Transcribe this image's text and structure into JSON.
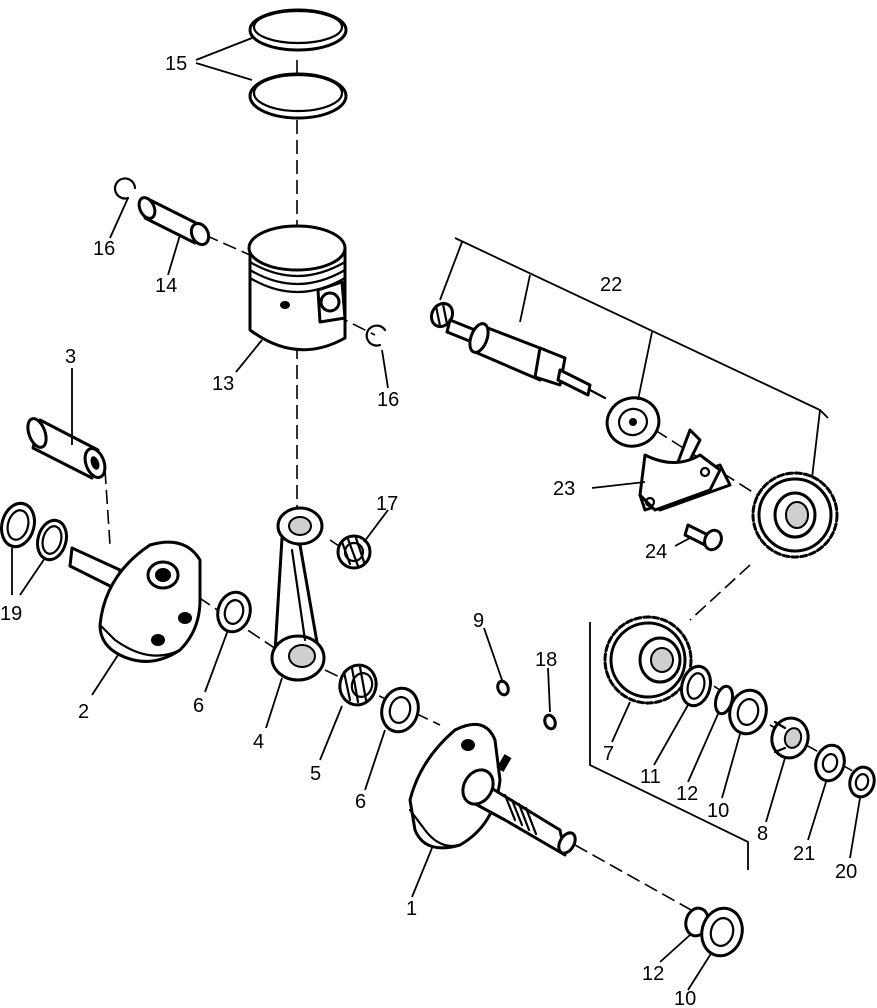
{
  "diagram": {
    "callouts": [
      {
        "id": "c15",
        "label": "15"
      },
      {
        "id": "c16a",
        "label": "16"
      },
      {
        "id": "c14",
        "label": "14"
      },
      {
        "id": "c13",
        "label": "13"
      },
      {
        "id": "c16b",
        "label": "16"
      },
      {
        "id": "c3",
        "label": "3"
      },
      {
        "id": "c19",
        "label": "19"
      },
      {
        "id": "c2",
        "label": "2"
      },
      {
        "id": "c6a",
        "label": "6"
      },
      {
        "id": "c4",
        "label": "4"
      },
      {
        "id": "c5",
        "label": "5"
      },
      {
        "id": "c6b",
        "label": "6"
      },
      {
        "id": "c17",
        "label": "17"
      },
      {
        "id": "c9",
        "label": "9"
      },
      {
        "id": "c18",
        "label": "18"
      },
      {
        "id": "c1",
        "label": "1"
      },
      {
        "id": "c22",
        "label": "22"
      },
      {
        "id": "c23",
        "label": "23"
      },
      {
        "id": "c24",
        "label": "24"
      },
      {
        "id": "c7",
        "label": "7"
      },
      {
        "id": "c11",
        "label": "11"
      },
      {
        "id": "c12a",
        "label": "12"
      },
      {
        "id": "c10a",
        "label": "10"
      },
      {
        "id": "c8",
        "label": "8"
      },
      {
        "id": "c21",
        "label": "21"
      },
      {
        "id": "c20",
        "label": "20"
      },
      {
        "id": "c12b",
        "label": "12"
      },
      {
        "id": "c10b",
        "label": "10"
      }
    ]
  }
}
